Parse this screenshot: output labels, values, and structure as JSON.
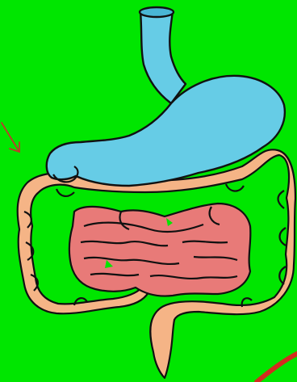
{
  "colors": {
    "background": "#00e600",
    "esophagus_stomach": "#66cce6",
    "small_intestine": "#e87a78",
    "large_intestine": "#f5b486",
    "outline": "#111111",
    "arrow": "#c0392b",
    "edge_arc": "#d32d1f"
  },
  "organs": [
    {
      "id": "esophagus",
      "icon": "esophagus-shape"
    },
    {
      "id": "stomach",
      "icon": "stomach-shape"
    },
    {
      "id": "small-intestine",
      "icon": "small-intestine-shape"
    },
    {
      "id": "large-intestine",
      "icon": "large-intestine-shape"
    },
    {
      "id": "rectum",
      "icon": "rectum-shape"
    }
  ],
  "decorations": [
    {
      "id": "pointer",
      "icon": "arrow-icon"
    },
    {
      "id": "corner-arc",
      "icon": "red-arc"
    }
  ]
}
